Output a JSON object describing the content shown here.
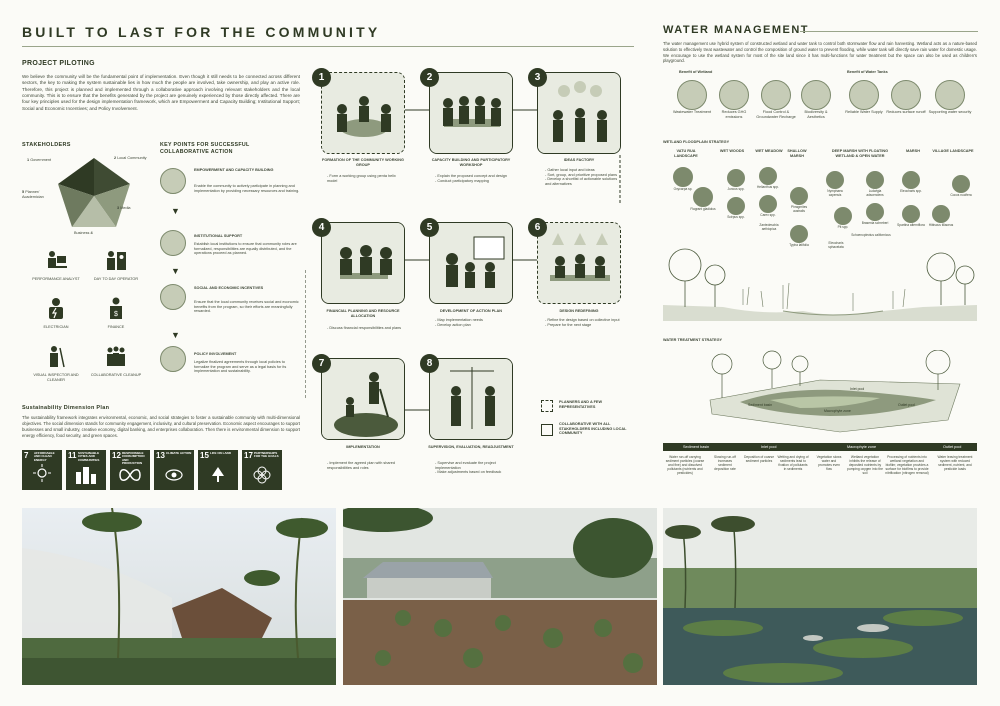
{
  "colors": {
    "primary": "#2f3a24",
    "bg": "#fbfbf7",
    "muted": "#8e9a7e",
    "light": "#c6ccb7"
  },
  "header": {
    "title": "BUILT TO LAST FOR THE COMMUNITY"
  },
  "piloting": {
    "heading": "PROJECT PILOTING",
    "intro": "We believe the community will be the fundamental point of implementation. Even though it still needs to be connected across different sectors, the key to making the system sustainable lies in how much the people are involved, take ownership, and play an active role. Therefore, this project is planned and implemented through a collaborative approach involving relevant stakeholders and the local community. This is to ensure that the benefits generated by the project are genuinely experienced by those directly affected. There are four key principles used for the design implementation framework, which are Empowerment and Capacity Building; Institutional Support; Social and Economic Incentives; and Policy Involvement."
  },
  "stakeholders": {
    "heading": "STAKEHOLDERS",
    "segments": [
      {
        "num": "1",
        "label": "Government"
      },
      {
        "num": "2",
        "label": "Local Community"
      },
      {
        "num": "3",
        "label": "Media"
      },
      {
        "num": "4",
        "label": "Business"
      },
      {
        "num": "5",
        "label": "Planner/ Academician"
      }
    ],
    "roles": [
      {
        "label": "PERFORMANCE ANALYST",
        "icon": "analyst-icon"
      },
      {
        "label": "DAY TO DAY OPERATOR",
        "icon": "operator-icon"
      },
      {
        "label": "ELECTRICIAN",
        "icon": "electrician-icon"
      },
      {
        "label": "FINANCE",
        "icon": "finance-icon"
      },
      {
        "label": "VISUAL INSPECTOR AND CLEANER",
        "icon": "inspector-icon"
      },
      {
        "label": "COLLABORATIVE CLEANUP",
        "icon": "cleanup-icon"
      }
    ]
  },
  "keypoints": {
    "heading": "KEY POINTS FOR SUCCESSFUL COLLABORATIVE ACTION",
    "items": [
      {
        "title": "EMPOWERMENT AND CAPACITY BUILDING",
        "text": "Enable the community to actively participate in planning and implementation by providing necessary resources and training."
      },
      {
        "title": "INSTITUTIONAL SUPPORT",
        "text": "Establish local institutions to ensure that community roles are formalized, responsibilities are equally distributed, and the operations proceed as planned."
      },
      {
        "title": "SOCIAL AND ECONOMIC INCENTIVES",
        "text": "Ensure that the local community receives social and economic benefits from the program, so their efforts are meaningfully rewarded."
      },
      {
        "title": "POLICY INVOLVEMENT",
        "text": "Legalize finalized agreements through local policies to formalize the program and serve as a legal basis for its implementation and sustainability."
      }
    ]
  },
  "sustainability": {
    "heading": "Sustainability Dimension Plan",
    "text": "The sustainability framework integrates environmental, economic, and social strategies to foster a sustainable community with multi-dimensional objectives. The social dimension stands for community engagement, inclusivity, and cultural preservation. Economic aspect encourages to support businesses and small industry, creative economy, digital banking, and enterprises collaboration. Then there is environmental dimension to support energy efficiency, food security, and green spaces.",
    "sdgs": [
      {
        "num": "7",
        "label": "AFFORDABLE AND CLEAN ENERGY"
      },
      {
        "num": "11",
        "label": "SUSTAINABLE CITIES AND COMMUNITIES"
      },
      {
        "num": "12",
        "label": "RESPONSIBLE CONSUMPTION AND PRODUCTION"
      },
      {
        "num": "13",
        "label": "CLIMATE ACTION"
      },
      {
        "num": "15",
        "label": "LIFE ON LAND"
      },
      {
        "num": "17",
        "label": "PARTNERSHIPS FOR THE GOALS"
      }
    ]
  },
  "steps": [
    {
      "num": "1",
      "title": "FORMATION OF THE COMMUNITY WORKING GROUP",
      "bullets": [
        "Form a working group using penta helix model"
      ]
    },
    {
      "num": "2",
      "title": "CAPACITY BUILDING AND PARTICIPATORY WORKSHOP",
      "bullets": [
        "Explain the proposed concept and design",
        "Conduct participatory mapping"
      ]
    },
    {
      "num": "3",
      "title": "IDEAS FACTORY",
      "bullets": [
        "Gather local input and ideas",
        "Sort, group, and prioritize proposed plans",
        "Develop a shortlist of actionable solutions and alternatives"
      ]
    },
    {
      "num": "4",
      "title": "FINANCIAL PLANNING AND RESOURCE ALLOCATION",
      "bullets": [
        "Discuss financial responsibilities and plans"
      ]
    },
    {
      "num": "5",
      "title": "DEVELOPMENT OF ACTION PLAN",
      "bullets": [
        "Map implementation needs",
        "Develop action plan"
      ]
    },
    {
      "num": "6",
      "title": "DESIGN REDEFINING",
      "bullets": [
        "Refine the design based on collective input",
        "Prepare for the next stage"
      ]
    },
    {
      "num": "7",
      "title": "IMPLEMENTATION",
      "bullets": [
        "Implement the agreed plan with shared responsibilities and roles"
      ]
    },
    {
      "num": "8",
      "title": "SUPERVISION, EVALUATION, READJUSTMENT",
      "bullets": [
        "Supervise and evaluate the project implementation",
        "Make adjustments based on feedback"
      ]
    }
  ],
  "legend": [
    {
      "style": "dashed",
      "label": "PLANNERS AND A FEW REPRESENTATIVES"
    },
    {
      "style": "solid",
      "label": "COLLABORATIVE WITH ALL STAKEHOLDERS INCLUDING LOCAL COMMUNITY"
    }
  ],
  "water": {
    "heading": "WATER MANAGEMENT",
    "intro": "The water management use hybrid system of constructed wetland and water tank to control both stormwater flow and rain harvesting. Wetland acts as a nature-based solution to effectively treat wastewater and control the composition of ground water to prevent flooding, while water tank will directly save rain water for domestic usage. We encourage to use the wetland system for most of the site land since it has multi-functions for water treatment but the space can also be used as children's playground.",
    "wetland_benefits_heading": "Benefit of Wetland",
    "tank_benefits_heading": "Benefit of Water Tanks",
    "wetland_benefits": [
      "Wastewater Treatment",
      "Reduces GHG emissions",
      "Flood Control & Groundwater Recharge",
      "Biodiversity & Aesthetics"
    ],
    "tank_benefits": [
      "Reliable Water Supply",
      "Reduces surface runoff",
      "Supporting water security"
    ],
    "floodplain_heading": "WETLAND FLOODPLAIN STRATEGY",
    "zones": [
      "VATU RUA LANDSCAPE",
      "WET WOODS",
      "WET MEADOW",
      "SHALLOW MARSH",
      "DEEP MARSH WITH FLOATING WETLAND & OPEN WATER",
      "MARSH",
      "VILLAGE LANDSCAPE"
    ],
    "plants": [
      "Oxycarpa sp.",
      "Flagrant gladiolus",
      "Juncus spp.",
      "Scirpus spp.",
      "Helianthus spp.",
      "Carex spp.",
      "Zantedeschia aethiopica",
      "Phragmites australis",
      "Typha latifolia",
      "Nymphaea capensis",
      "Pit spp.",
      "Eleocharis sphacelata",
      "Ludwigia adscendens",
      "Brasenia schreberi",
      "Schoenoplectus californicus",
      "Eleocharis spp.",
      "Spartina alterniflora",
      "Hibiscus tiliaceus",
      "Cocos nucifera"
    ],
    "treatment_heading": "WATER TREATMENT STRATEGY",
    "stages": [
      "Sediment basin",
      "Inlet pool",
      "Macrophyte zone",
      "Outlet pool"
    ],
    "map_labels": [
      "Inlet pool",
      "Sediment basin",
      "Macrophyte zone",
      "Outlet pool"
    ],
    "steps_text": [
      "Water run-off carrying sediment particles (coarse and fine) and dissolved pollutants (nutrients and pesticides)",
      "Slowing run-off increases sediment deposition rate",
      "Deposition of coarse sediment particles",
      "Wetting and drying of sediments lead to fixation of pollutants in sediments",
      "Vegetation slows water and promotes even flow",
      "Wetland vegetation inhibits the release of deposited nutrients by pumping oxygen into the soil",
      "Processing of nutrients into wetland vegetation and biofilm; vegetation provides a surface for biofilms to provide nitrification (nitrogen removal)",
      "Water leaving treatment system with reduced sediment, nutrient, and pesticide loads"
    ]
  }
}
